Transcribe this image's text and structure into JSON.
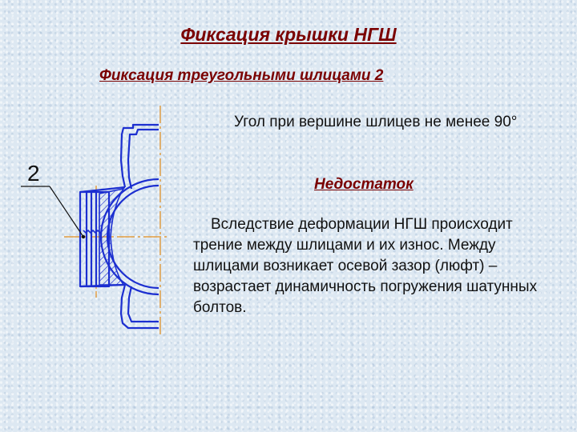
{
  "slide": {
    "title": "Фиксация крышки НГШ",
    "subtitle": "Фиксация треугольными шлицами 2",
    "note": "Угол при вершине шлицев не менее 90°",
    "drawback_heading": "Недостаток",
    "explanation": "Вследствие деформации НГШ происходит трение между шлицами и их износ. Между шлицами возникает осевой зазор (люфт) – возрастает динамичность погружения шатунных болтов."
  },
  "drawing": {
    "callout_label": "2",
    "colors": {
      "outline": "#1c2fd0",
      "center_lines": "#e08a1a",
      "hatch": "#1c2fd0",
      "leader": "#111111"
    }
  }
}
